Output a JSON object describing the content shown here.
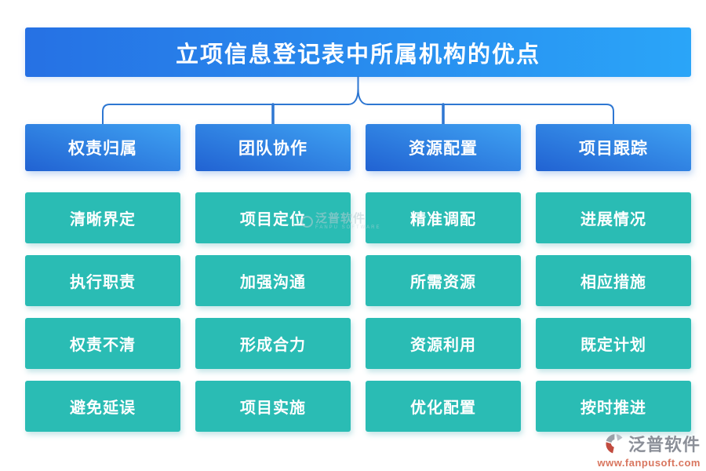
{
  "title": "立项信息登记表中所属机构的优点",
  "columns": [
    {
      "header": "权责归属",
      "items": [
        "清晰界定",
        "执行职责",
        "权责不清",
        "避免延误"
      ]
    },
    {
      "header": "团队协作",
      "items": [
        "项目定位",
        "加强沟通",
        "形成合力",
        "项目实施"
      ]
    },
    {
      "header": "资源配置",
      "items": [
        "精准调配",
        "所需资源",
        "资源利用",
        "优化配置"
      ]
    },
    {
      "header": "项目跟踪",
      "items": [
        "进展情况",
        "相应措施",
        "既定计划",
        "按时推进"
      ]
    }
  ],
  "watermark": {
    "text": "泛普软件",
    "subtext": "FANPU SOFTWARE"
  },
  "footer": {
    "brand": "泛普软件",
    "url": "www.fanpusoft.com"
  },
  "colors": {
    "title_gradient_start": "#2671e4",
    "title_gradient_end": "#2aa5f8",
    "header_gradient_start": "#2162d2",
    "header_gradient_end": "#3fa2f2",
    "node_teal": "#2abcb4",
    "connector_blue": "#2e77d2",
    "footer_brand_gray": "#8b8f98",
    "footer_url_red": "#d9765f"
  }
}
